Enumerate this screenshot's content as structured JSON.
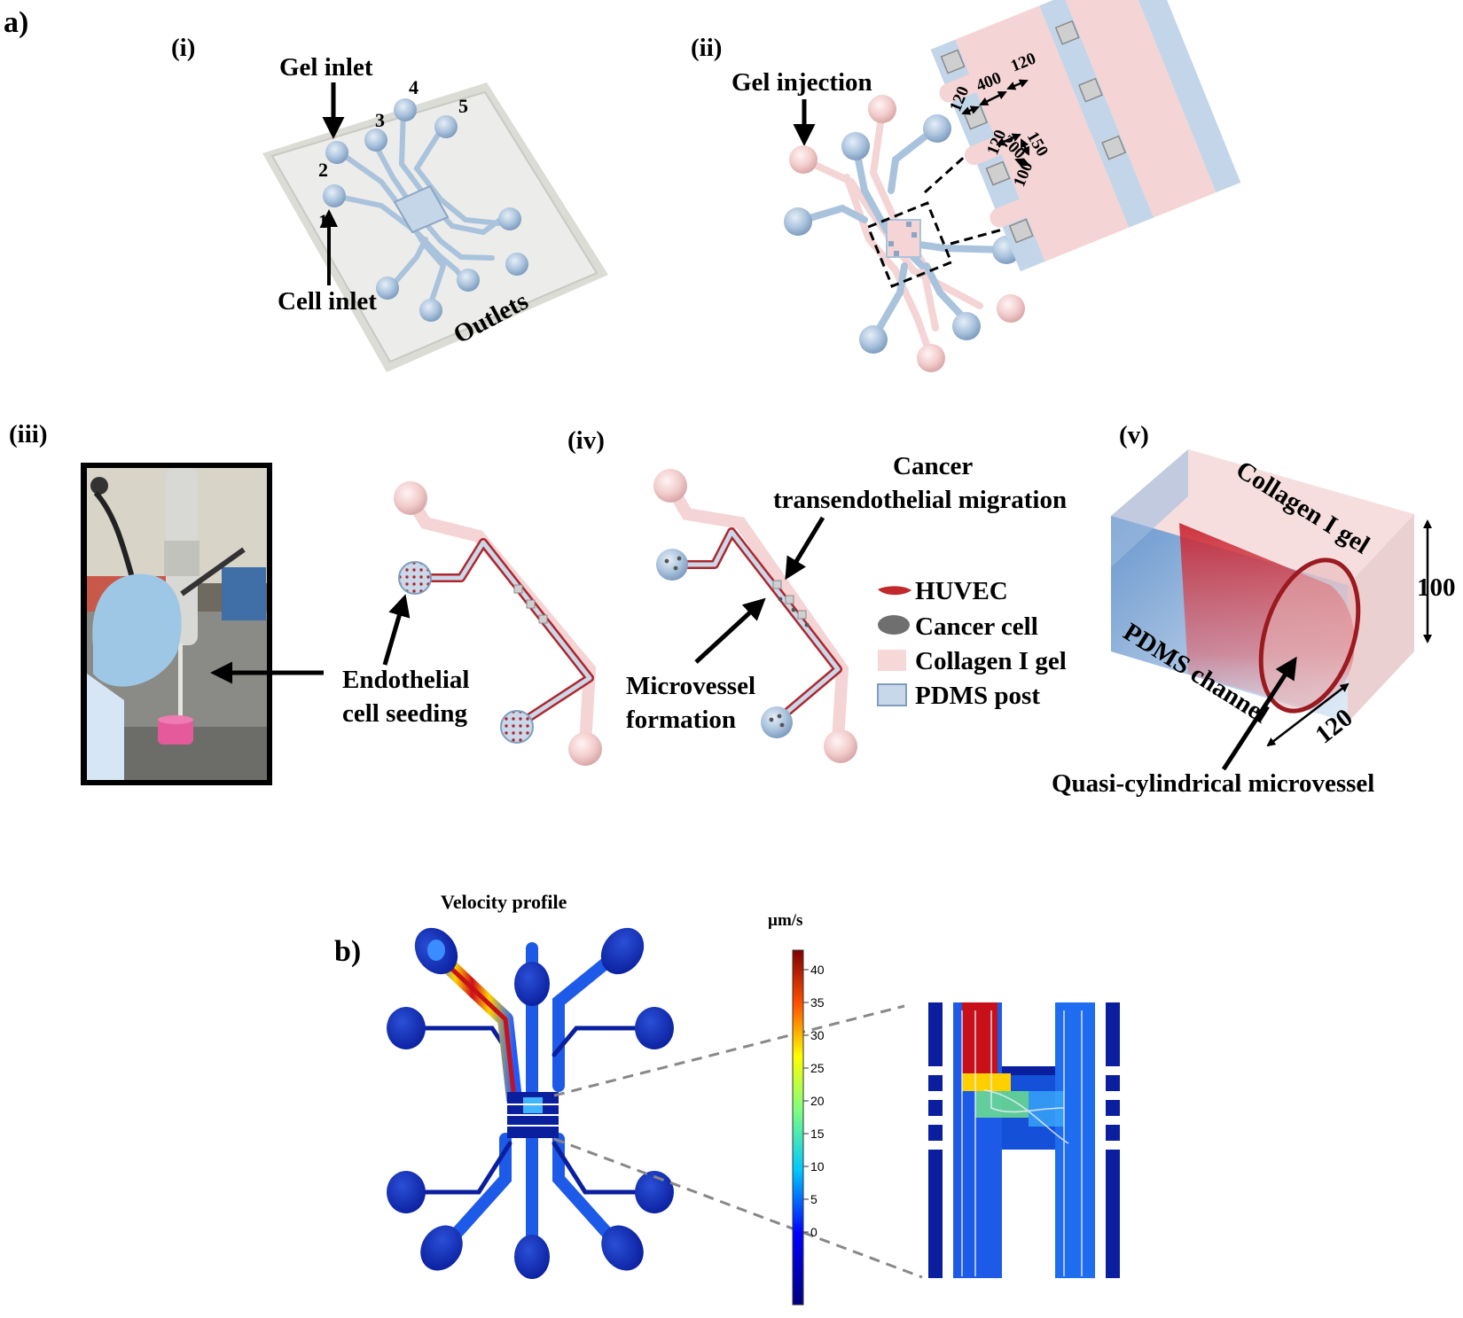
{
  "panel_a": {
    "label": "a)",
    "i": {
      "label": "(i)",
      "gel_inlet": "Gel inlet",
      "cell_inlet": "Cell inlet",
      "outlets": "Outlets",
      "port_numbers": [
        "1",
        "2",
        "3",
        "4",
        "5"
      ]
    },
    "ii": {
      "label": "(ii)",
      "gel_injection": "Gel injection",
      "dimensions": [
        "120",
        "400",
        "120",
        "120",
        "200",
        "150",
        "100"
      ]
    },
    "iii": {
      "label": "(iii)",
      "seeding_line1": "Endothelial",
      "seeding_line2": "cell seeding"
    },
    "iv": {
      "label": "(iv)",
      "migration_line1": "Cancer",
      "migration_line2": "transendothelial migration",
      "formation_line1": "Microvessel",
      "formation_line2": "formation",
      "legend": [
        {
          "label": "HUVEC",
          "color": "#c0282c"
        },
        {
          "label": "Cancer cell",
          "color": "#6f6f6f"
        },
        {
          "label": "Collagen I gel",
          "color": "#f6d8d8"
        },
        {
          "label": "PDMS post",
          "color": "#c8d8ea"
        }
      ]
    },
    "v": {
      "label": "(v)",
      "collagen": "Collagen I gel",
      "pdms": "PDMS channel",
      "height": "100",
      "width": "120",
      "microvessel": "Quasi-cylindrical microvessel"
    }
  },
  "panel_b": {
    "label": "b)",
    "title": "Velocity profile",
    "unit": "µm/s",
    "colorbar_ticks": [
      "40",
      "35",
      "30",
      "25",
      "20",
      "15",
      "10",
      "5",
      "0"
    ]
  },
  "colors": {
    "channel_blue": "#a9c3dc",
    "gel_pink": "#f4d4d4",
    "huvec_red": "#c0282c",
    "velocity_low": "#0a1f9e",
    "velocity_high": "#c8101a"
  }
}
